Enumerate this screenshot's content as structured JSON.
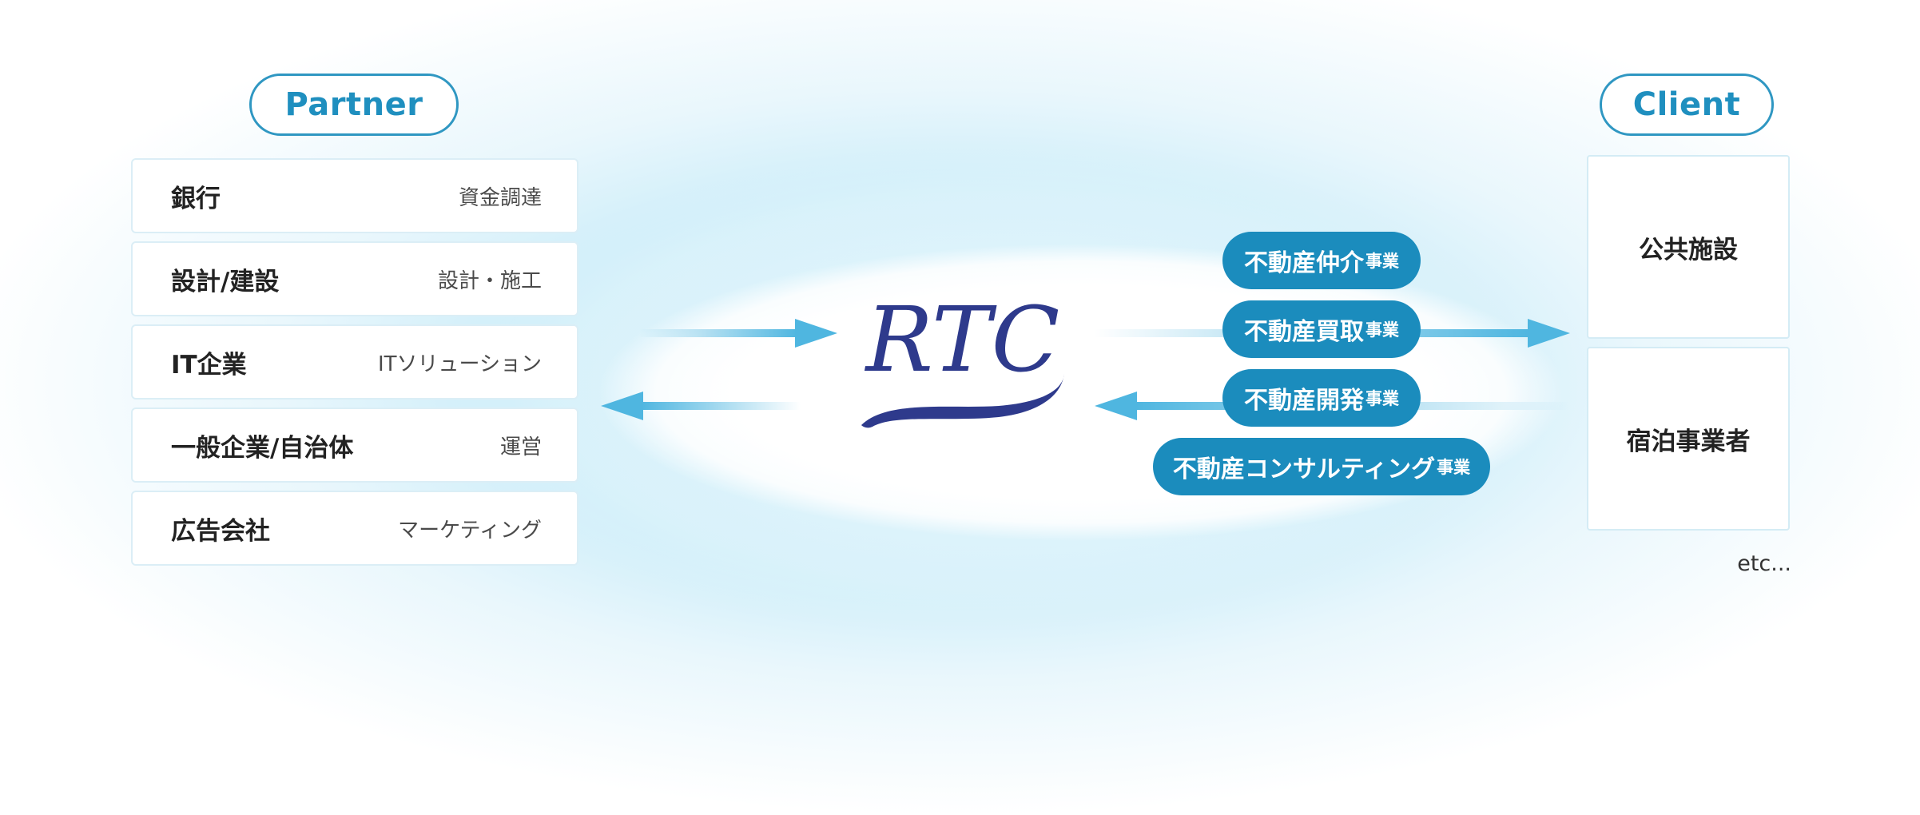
{
  "partner": {
    "heading": "Partner",
    "items": [
      {
        "name": "銀行",
        "role": "資金調達"
      },
      {
        "name": "設計/建設",
        "role": "設計・施工"
      },
      {
        "name": "IT企業",
        "role": "ITソリューション"
      },
      {
        "name": "一般企業/自治体",
        "role": "運営"
      },
      {
        "name": "広告会社",
        "role": "マーケティング"
      }
    ]
  },
  "center": {
    "logo_text": "RTC",
    "services": [
      {
        "main": "不動産仲介",
        "suffix": "事業"
      },
      {
        "main": "不動産買取",
        "suffix": "事業"
      },
      {
        "main": "不動産開発",
        "suffix": "事業"
      },
      {
        "main": "不動産コンサルティング",
        "suffix": "事業"
      }
    ]
  },
  "client": {
    "heading": "Client",
    "items": [
      "公共施設",
      "宿泊事業者"
    ],
    "etc": "etc..."
  },
  "colors": {
    "accent": "#1b8cbd",
    "heading_text": "#1f8fbf",
    "logo": "#2e3a8c",
    "arrow": "#4fb6e0",
    "glow": "#bfe8f7"
  }
}
